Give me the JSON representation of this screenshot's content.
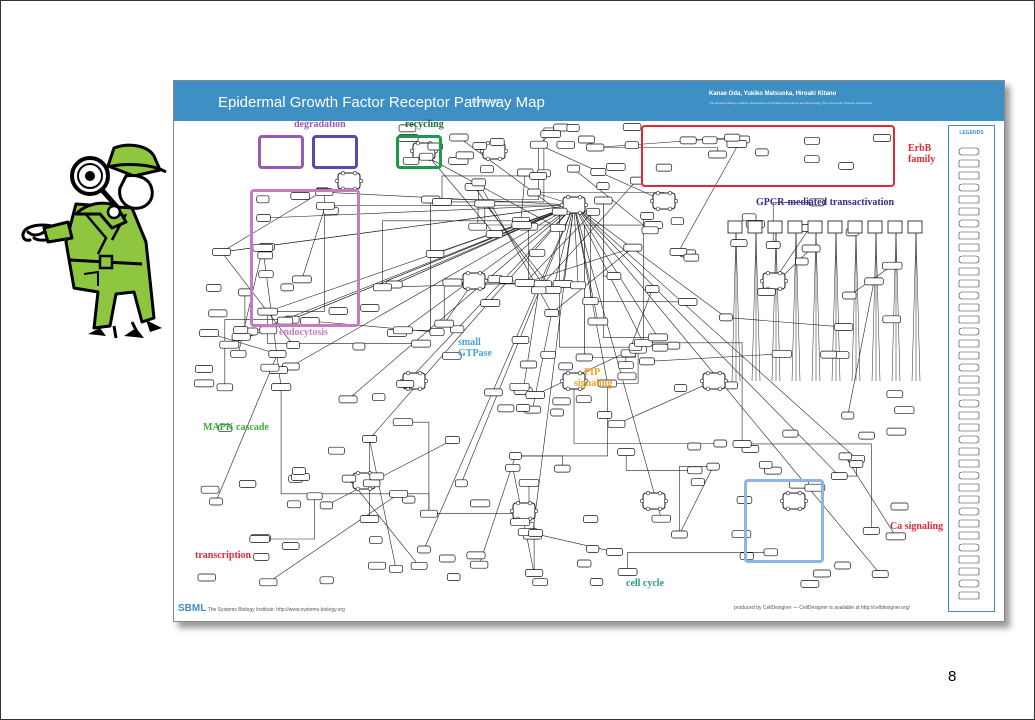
{
  "poster": {
    "title": "Epidermal Growth Factor Receptor Pathway Map",
    "title_note": "(EGFR/ErbB)",
    "authors": "Kanae Oda, Yukiko Matsuoka, Hiroaki Kitano",
    "affiliations": "The Systems Biology Institute; Department of Fundamental Science and Technology; Sony Computer Science Laboratories",
    "footer_left_logo": "SBML",
    "footer_left_text": "The Systems Biology Institute: http://www.systems-biology.org",
    "footer_right_text": "produced by CellDesigner — CellDesigner is available at http://celldesigner.org/",
    "legend_title": "LEGENDS"
  },
  "regions": {
    "degradation": "degradation",
    "recycling": "recycling",
    "erbb_family": "ErbB family",
    "endocytosis": "endocytosis",
    "small_gtpase": "small GTPase",
    "pip_signaling": "PIP signaling",
    "gpcr": "GPCR-mediated transactivation",
    "mapk": "MAPK cascade",
    "ca_signaling": "Ca signaling",
    "transcription": "transcription",
    "cell_cycle": "cell cycle"
  },
  "colors": {
    "header": "#3d8fc4",
    "degradation": "#9b59b6",
    "recycling": "#1f9a4a",
    "erbb": "#e0283a",
    "endocytosis": "#c77bbf",
    "small_gtpase": "#4aa3d8",
    "pip": "#f0a020",
    "gpcr": "#3a2a8a",
    "mapk": "#3ab03a",
    "ca": "#e0283a",
    "transcription": "#e0283a",
    "cell_cycle": "#2a9a8a",
    "ca_box": "#8fb5e6",
    "detective_coat": "#8ec63f"
  },
  "slide": {
    "page_number": "8"
  },
  "character": {
    "icon": "detective-with-magnifying-glass-icon"
  }
}
